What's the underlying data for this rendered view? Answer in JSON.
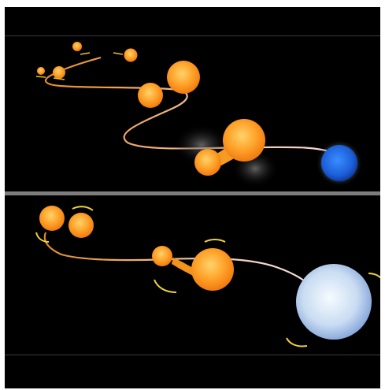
{
  "figure": {
    "panels": [
      {
        "name": "top-panel",
        "stars": [
          "small-orange-star",
          "small-orange-star",
          "orange-star",
          "orange-star-pair-contact",
          "orange-star-pair-merger",
          "blue-compact-star"
        ],
        "colors": {
          "track": "#f2c690",
          "star": "#ff9c1e",
          "blue_star": "#1f6fe8",
          "arrow": "#e8c12a"
        }
      },
      {
        "name": "bottom-panel",
        "stars": [
          "orange-star-binary",
          "orange-star-mass-transfer",
          "blue-white-giant-star"
        ],
        "colors": {
          "track": "#f4cfa0",
          "star": "#ff9c1e",
          "blue_star": "#cfe2f5",
          "arrow": "#f1d23a"
        }
      }
    ]
  }
}
